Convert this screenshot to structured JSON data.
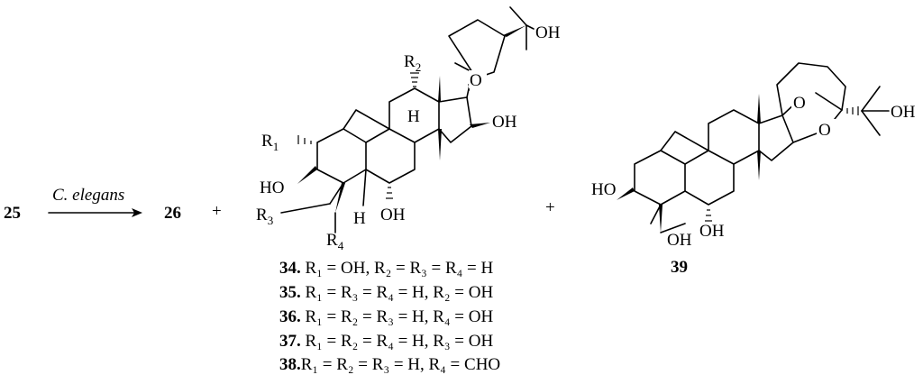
{
  "scheme": {
    "starting_material": "25",
    "reagent": "C. elegans",
    "product_main": "26",
    "plus_sign": "+",
    "labels": {
      "OH": "OH",
      "HO": "HO",
      "O": "O",
      "H": "H",
      "R": "R",
      "sub_1": "1",
      "sub_2": "2",
      "sub_3": "3",
      "sub_4": "4"
    },
    "compound_39": "39",
    "compound_legend": [
      {
        "number": "34.",
        "text": " R₁ = OH, R₂ = R₃ = R₄ = H"
      },
      {
        "number": "35.",
        "text": " R₁ = R₃ = R₄ = H, R₂ = OH"
      },
      {
        "number": "36.",
        "text": " R₁ = R₂ = R₃ = H, R₄ = OH"
      },
      {
        "number": "37.",
        "text": " R₁ = R₂ = R₄ = H, R₃ = OH"
      },
      {
        "number": "38.",
        "text": "R₁ = R₂ = R₃ = H, R₄ = CHO"
      }
    ]
  }
}
